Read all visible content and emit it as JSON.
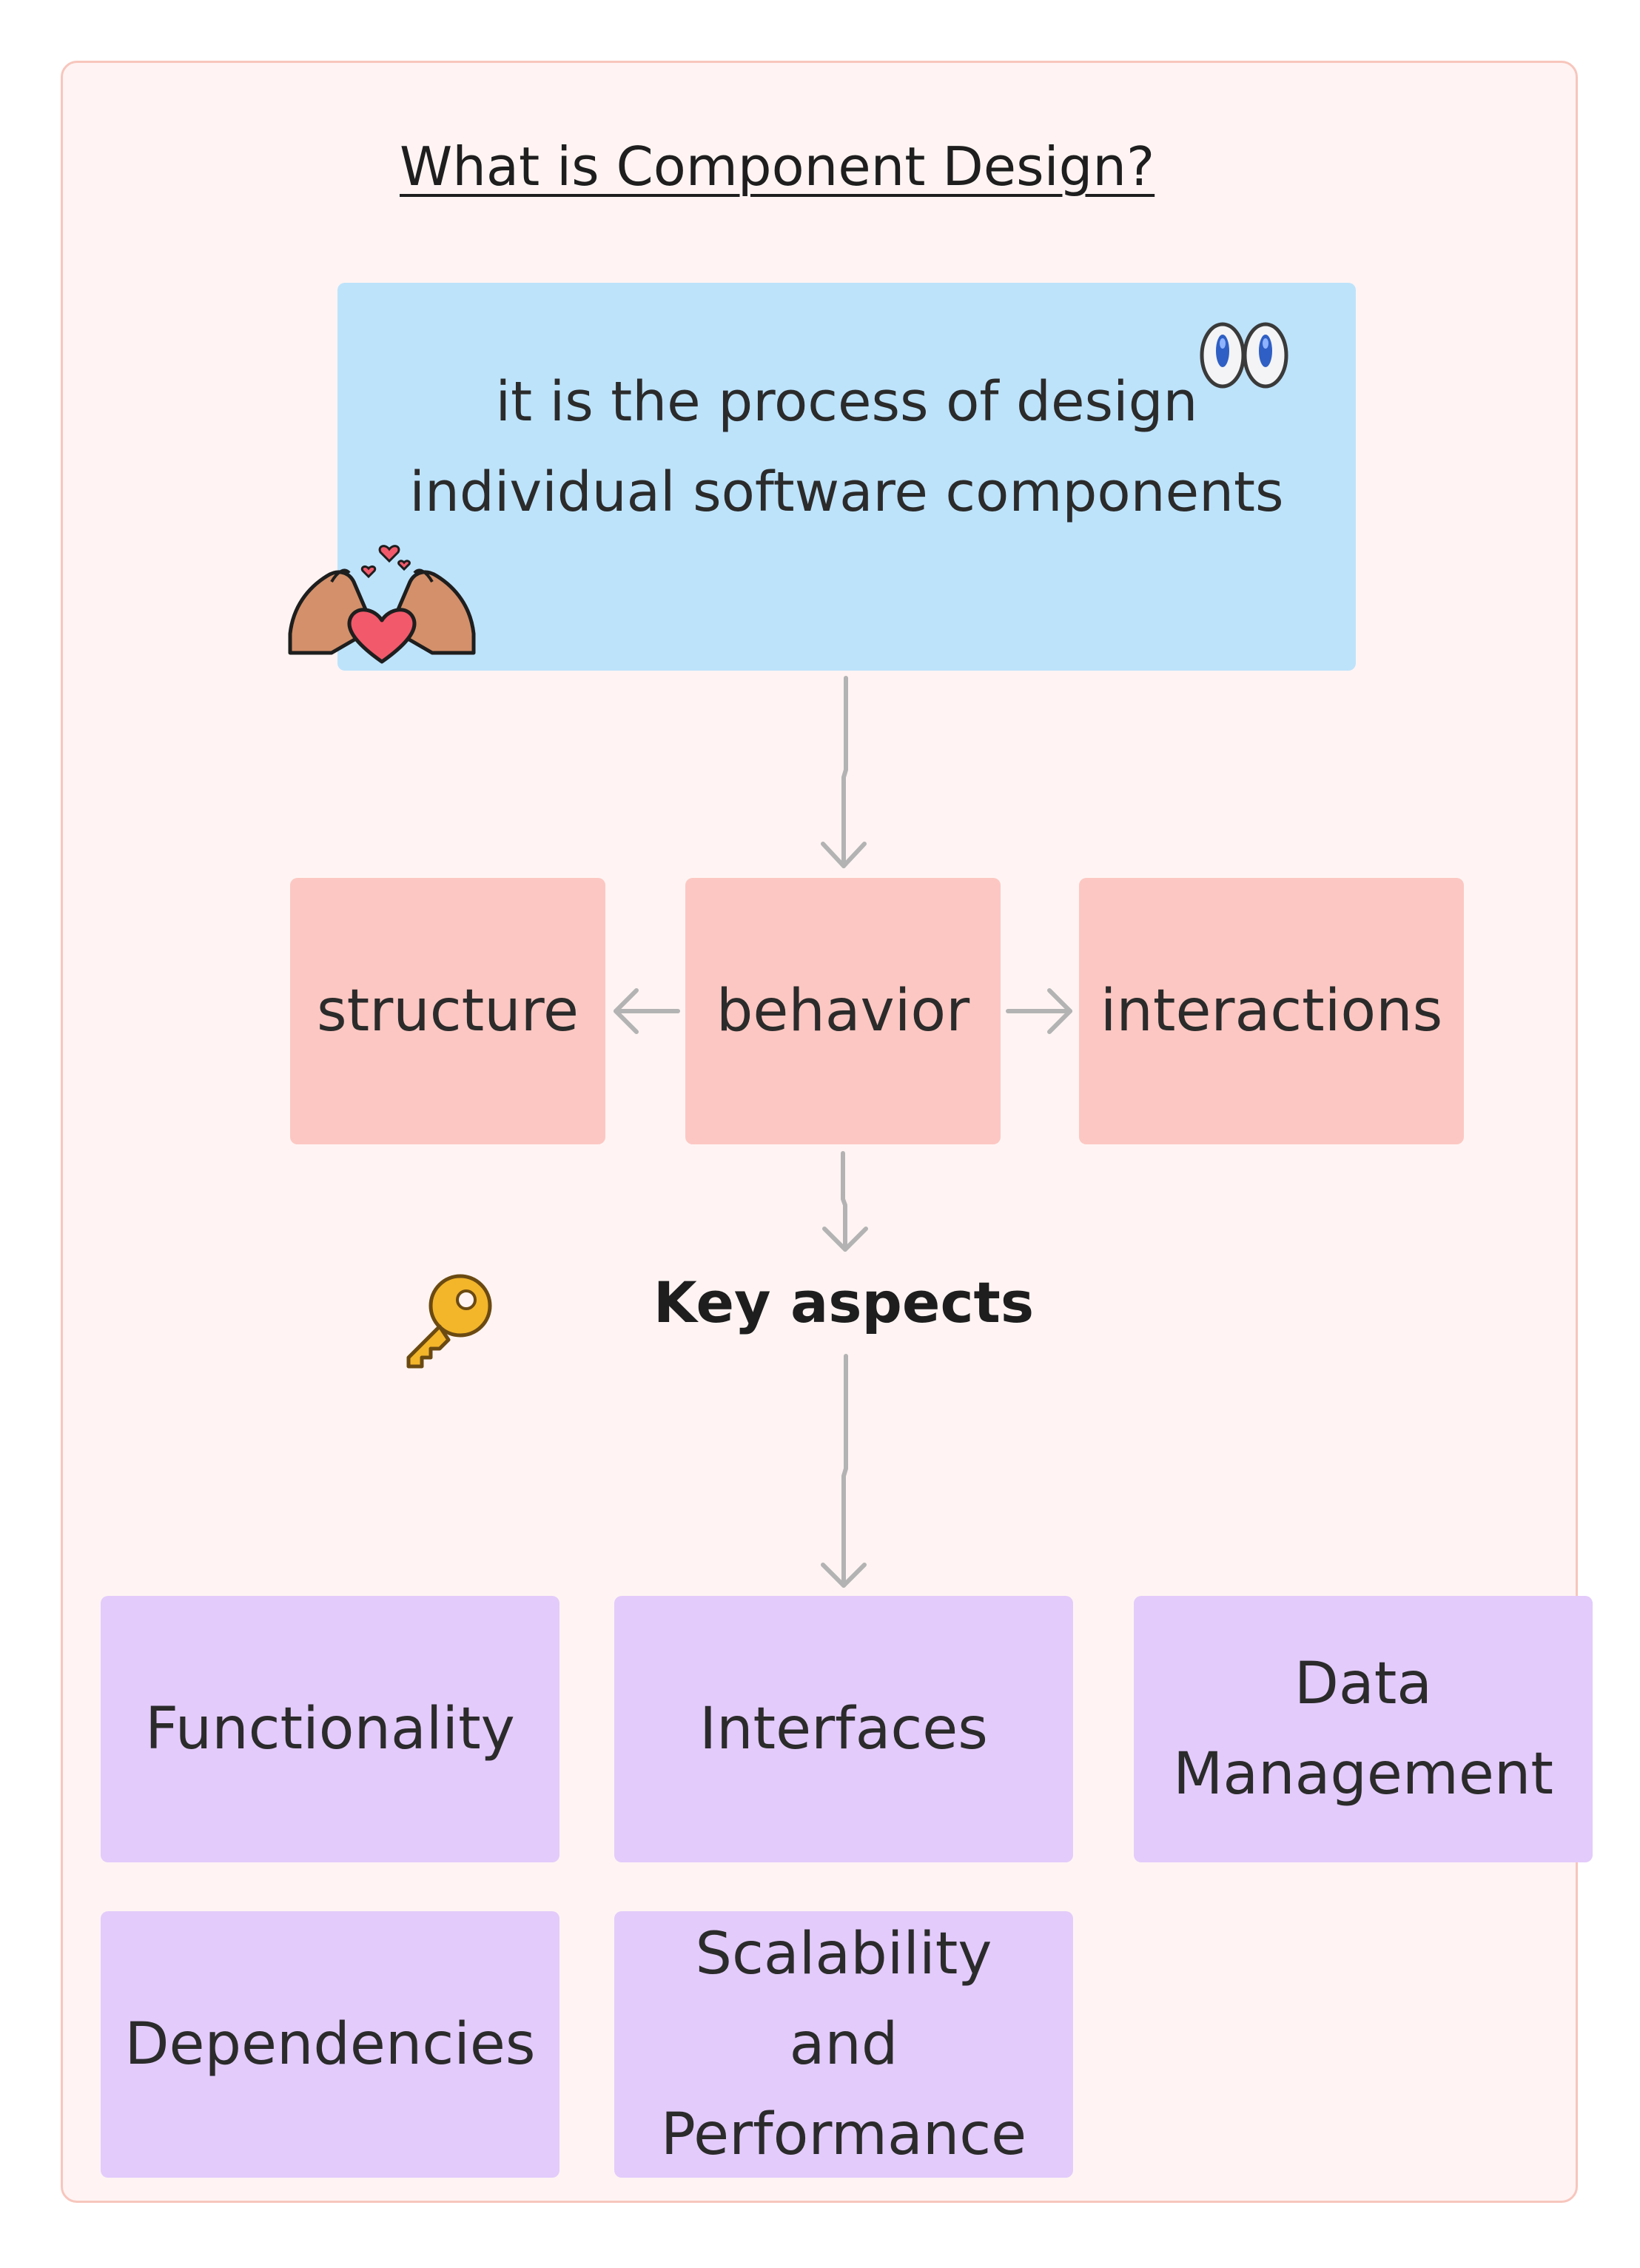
{
  "title": "What is Component Design?",
  "definition": {
    "line1": "it is the process of design",
    "line2": "individual software components"
  },
  "aspects_row": {
    "left": "structure",
    "center": "behavior",
    "right": "interactions"
  },
  "key_aspects_label": "Key aspects",
  "key_aspects": {
    "functionality": "Functionality",
    "interfaces": "Interfaces",
    "data_line1": "Data",
    "data_line2": "Management",
    "dependencies": "Dependencies",
    "scalability_line1": "Scalability and",
    "scalability_line2": "Performance"
  },
  "icons": {
    "eyes": "eyes-icon",
    "heart_hands": "heart-hands-icon",
    "key": "key-icon"
  },
  "colors": {
    "frame_bg": "#fff4f3",
    "frame_border": "#f7c6bd",
    "definition_note": "#bde3fb",
    "aspect_notes": "#fcc7c2",
    "key_aspect_notes": "#e3cbfb",
    "connector": "#b3b3b3"
  }
}
